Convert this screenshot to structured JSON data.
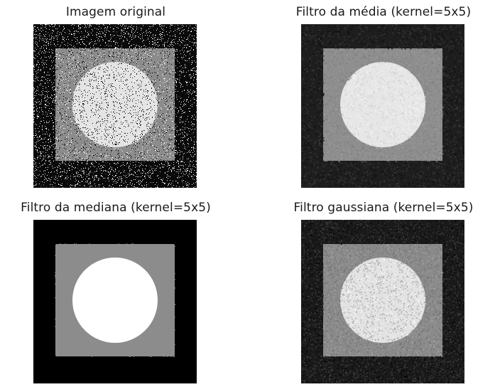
{
  "panels": [
    {
      "id": "original",
      "title": "Imagem original",
      "background_color": "#0a0a0a",
      "square_color": "#8c8c8c",
      "circle_color": "#e4e4e4",
      "noise": "salt-and-pepper"
    },
    {
      "id": "mean",
      "title": "Filtro da média (kernel=5x5)",
      "background_color": "#1e1e1e",
      "square_color": "#8e8e8e",
      "circle_color": "#e6e6e6",
      "noise": "blurred"
    },
    {
      "id": "median",
      "title": "Filtro da mediana (kernel=5x5)",
      "background_color": "#000000",
      "square_color": "#8c8c8c",
      "circle_color": "#ffffff",
      "noise": "none"
    },
    {
      "id": "gaussian",
      "title": "Filtro gaussiana (kernel=5x5)",
      "background_color": "#1a1a1a",
      "square_color": "#8a8a8a",
      "circle_color": "#e2e2e2",
      "noise": "gaussian-smoothed"
    }
  ]
}
